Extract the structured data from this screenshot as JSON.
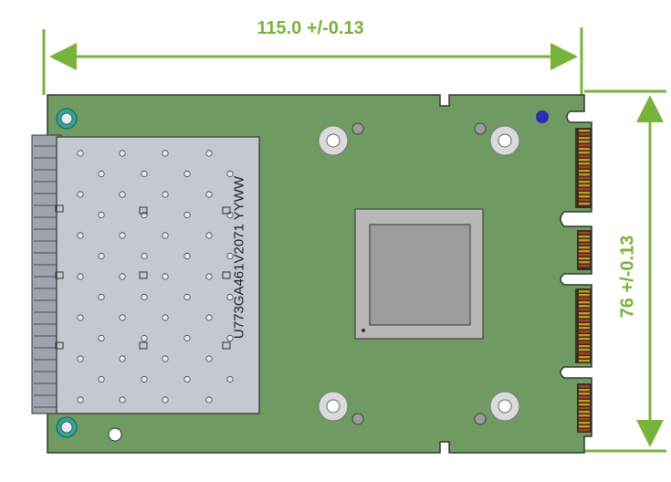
{
  "dimensions": {
    "width_label": "115.0 +/-0.13",
    "height_label": "76 +/-0.13"
  },
  "cage_marking": "U773GA461V2071   YYWW",
  "colors": {
    "dimension": "#78b33c",
    "pcb": "#6f9a62",
    "pcb_edge": "#2f3a2c",
    "cage": "#c4c8d1",
    "chip": "#a8a8a8",
    "gold_finger": "#c79a20",
    "connector_red": "#b83a2a",
    "mount_dot": "#2a2db5",
    "mount_ring": "#2fa59a"
  },
  "icons": {
    "mount_ring": "mounting-hole-icon",
    "fiducial": "fiducial-dot-icon"
  }
}
